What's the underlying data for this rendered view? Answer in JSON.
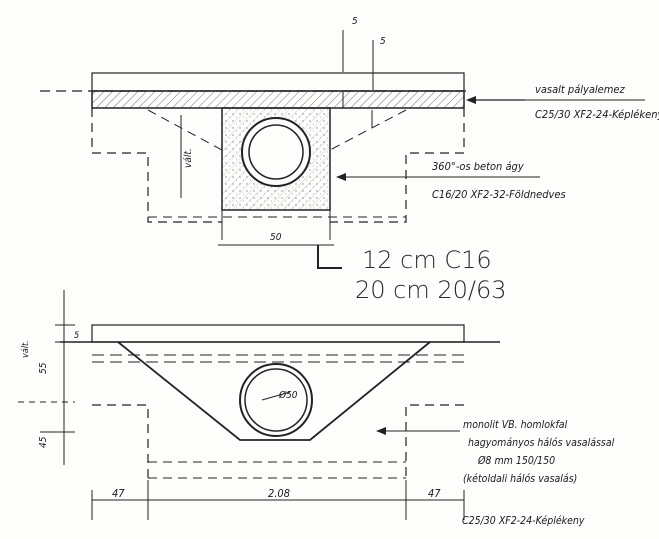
{
  "title": "",
  "labels": {
    "deck_material": "vasalt pályalemez",
    "deck_concrete": "C25/30 XF2-24-Képlékeny",
    "bed_material": "360°-os beton ágy",
    "bed_concrete": "C16/20 XF2-32-Földnedves",
    "handwritten_line1": "12 cm C16",
    "handwritten_line2": "20 cm 20/63",
    "wall_line1": "monolit VB. homlokfal",
    "wall_line2": "hagyományos hálós vasalással",
    "wall_line3": "Ø8 mm 150/150",
    "wall_line4": "(kétoldali hálós vasalás)",
    "wall_concrete": "C25/30 XF2-24-Képlékeny",
    "pipe_diameter": "Ø50"
  },
  "dimensions": {
    "top_dim_left": "5",
    "top_dim_right": "5",
    "var_height": "vált.",
    "pipe_width": "50",
    "elev_top": "5",
    "elev_var": "vált.",
    "elev_55": "55",
    "elev_45": "45",
    "left_47": "47",
    "center_208": "2.08",
    "right_47": "47"
  }
}
